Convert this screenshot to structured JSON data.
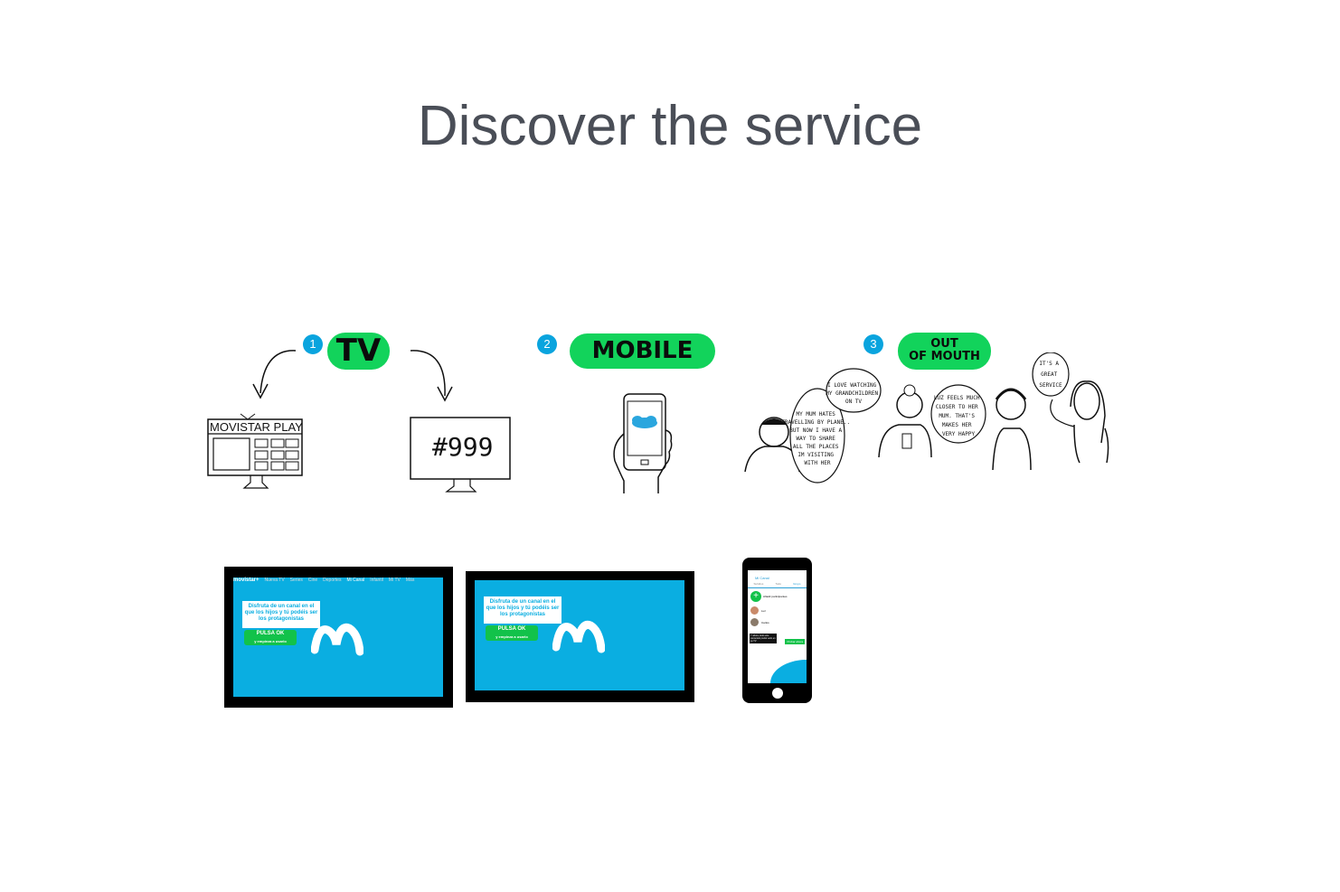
{
  "page": {
    "title": "Discover the service"
  },
  "steps": [
    {
      "number": "1",
      "label": "TV"
    },
    {
      "number": "2",
      "label": "MOBILE"
    },
    {
      "number": "3",
      "label_line1": "OUT",
      "label_line2": "OF MOUTH"
    }
  ],
  "tv_sketch": {
    "left_screen_label": "MOVISTAR PLAY",
    "right_screen_label": "#999"
  },
  "speech": {
    "bubble1": [
      "MY MUM HATES",
      "TRAVELLING BY PLANE..",
      "BUT NOW I HAVE A",
      "WAY TO SHARE",
      "ALL THE PLACES",
      "IM VISITING",
      "WITH HER"
    ],
    "bubble2": [
      "I LOVE WATCHING",
      "MY GRANDCHILDREN",
      "ON TV"
    ],
    "bubble3": [
      "LUZ FEELS MUCH",
      "CLOSER TO HER",
      "MUM. THAT'S",
      "MAKES HER",
      "VERY HAPPY"
    ],
    "bubble4": [
      "IT'S A",
      "GREAT",
      "SERVICE"
    ]
  },
  "screens": {
    "tv1": {
      "brand": "movistar+",
      "nav": [
        "Nueva TV",
        "Series",
        "Cine",
        "Deportes",
        "Mi Canal",
        "Infantil",
        "Mi TV",
        "Más"
      ],
      "promo": "Disfruta de un canal en el que los hijos y tú podéis ser los protagonistas",
      "button": "PULSA OK",
      "button_sub": "y empieza a usarlo"
    },
    "tv2": {
      "promo": "Disfruta de un canal en el que los hijos y tú podéis ser los protagonistas",
      "button": "PULSA OK",
      "button_sub": "y empieza a usarlo"
    },
    "phone": {
      "header": "Mi Canal",
      "tabs": [
        "Subidos",
        "Todo",
        "Grupo"
      ],
      "add_label": "Añadir participantes",
      "contacts": [
        "Luz",
        "Carlos"
      ],
      "tooltip": "Y ahora, todo este contenido podrá verlo en su TV",
      "cta": "Probar ahora"
    }
  },
  "colors": {
    "accent_green": "#12d35b",
    "accent_blue": "#0aa4de",
    "screen_blue": "#0aaee1",
    "title": "#4a4e57"
  }
}
